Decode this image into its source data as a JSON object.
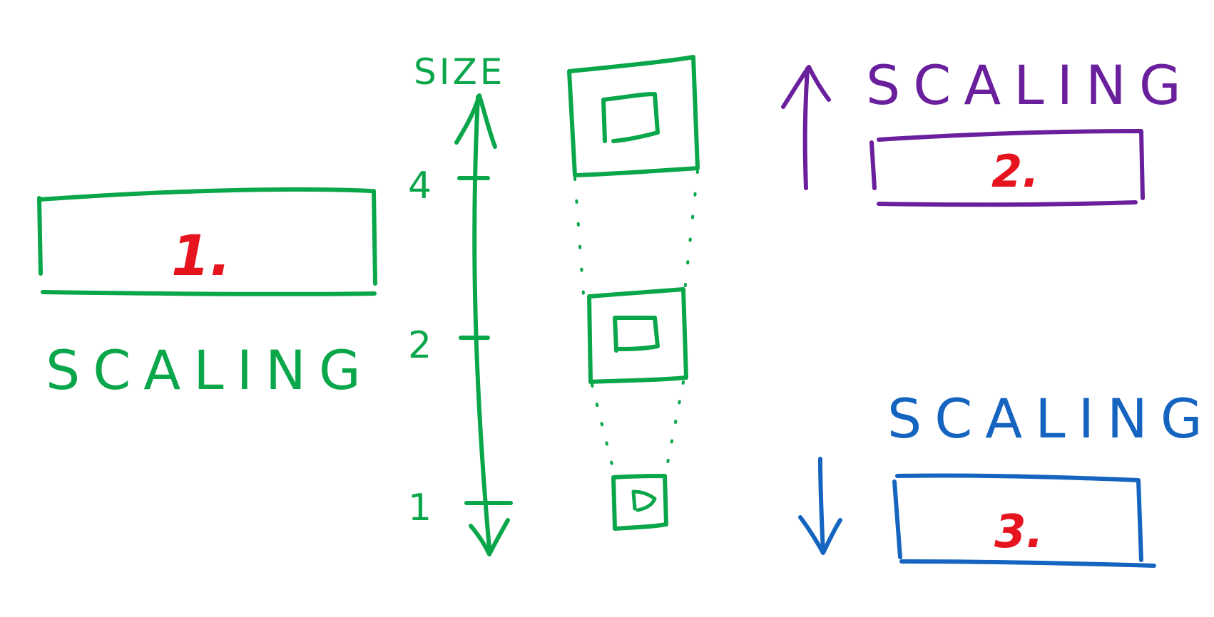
{
  "colors": {
    "green": "#0aa64a",
    "purple": "#6a1f9c",
    "blue": "#1565c0",
    "red": "#e5141e"
  },
  "box1": {
    "number": "1.",
    "label": "SCALING"
  },
  "box2": {
    "number": "2.",
    "label": "SCALING"
  },
  "box3": {
    "number": "3.",
    "label": "SCALING"
  },
  "axis": {
    "title": "SIZE",
    "ticks": [
      "4",
      "2",
      "1"
    ]
  },
  "arrow_up_icon": "arrow-up-icon",
  "arrow_down_icon": "arrow-down-icon"
}
